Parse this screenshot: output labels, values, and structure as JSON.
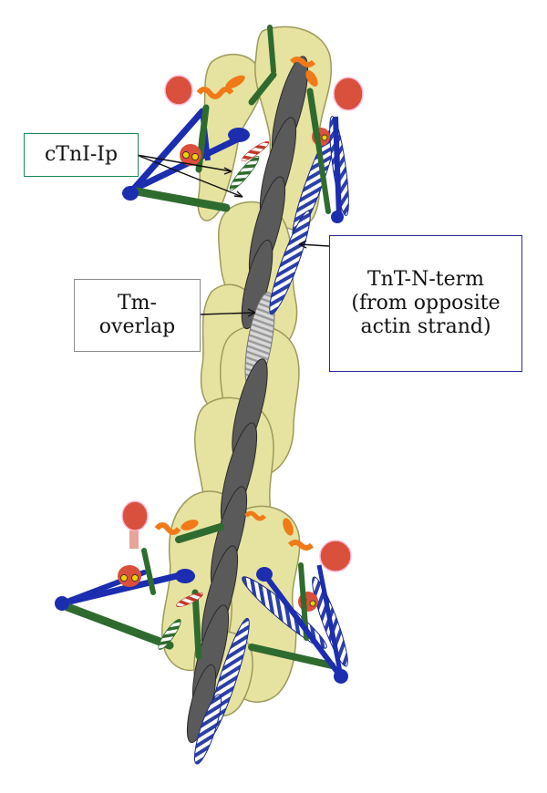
{
  "labels": {
    "ctni": "cTnI-Ip",
    "tm_line1": "Tm-",
    "tm_line2": "overlap",
    "tnt_line1": "TnT-N-term",
    "tnt_line2": "(from opposite",
    "tnt_line3": "actin strand)"
  },
  "colors": {
    "actin_fill": "#e6e3a0",
    "actin_stroke": "#9c9a5c",
    "tropomyosin": "#5a5a5a",
    "tnt_stripe": "#2b3fa8",
    "tnc_red": "#d9503c",
    "tni_green": "#2f6b2f",
    "tni_blue": "#1c2db0",
    "orange": "#f07a18",
    "ctni_box_border": "#1b8a5a",
    "tm_box_border": "#8a8a8a",
    "tnt_box_border": "#2a2a9a"
  }
}
